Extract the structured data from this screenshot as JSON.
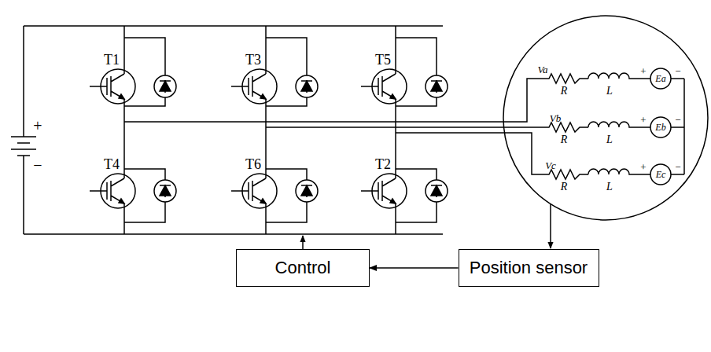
{
  "diagram": {
    "nodes": [
      {
        "text": [
          "Control"
        ]
      },
      {
        "text": [
          "Position sensor"
        ]
      }
    ],
    "edges": [
      {
        "from": 1,
        "to": 0,
        "arrow": "to"
      }
    ],
    "labels": [
      "T1",
      "T3",
      "T5",
      "T4",
      "T6",
      "T2",
      "+",
      "−",
      "Va",
      "R",
      "L",
      "+",
      "Ea",
      "−",
      "Vb",
      "R",
      "L",
      "+",
      "Eb",
      "−",
      "Vc",
      "R",
      "L",
      "+",
      "Ec",
      "−"
    ]
  }
}
